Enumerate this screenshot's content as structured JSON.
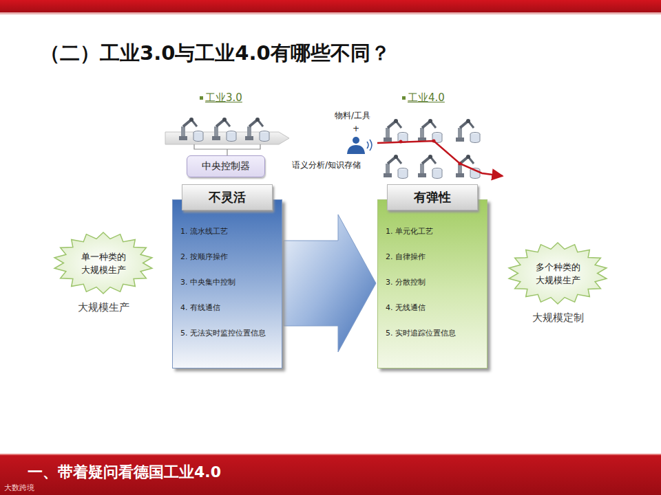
{
  "diagram": {
    "title": "（二）工业3.0与工业4.0有哪些不同？",
    "nodes": [
      {
        "text": [
          "单一种类的 大规模生产",
          "大规模生产"
        ]
      },
      {
        "text": [
          "中央控制器"
        ]
      },
      {
        "text": [
          "不灵活",
          "1. 流水线工艺",
          "2. 按顺序操作",
          "3. 中央集中控制",
          "4. 有线通信",
          "5. 无法实时监控位置信息"
        ]
      },
      {
        "text": [
          "有弹性",
          "1. 单元化工艺",
          "2. 自律操作",
          "3. 分散控制",
          "4. 无线通信",
          "5. 实时追踪位置信息"
        ]
      },
      {
        "text": [
          "多个种类的 大规模生产",
          "大规模定制"
        ]
      }
    ],
    "edges": [
      {
        "from": 2,
        "to": 3,
        "arrow": "to"
      }
    ],
    "labels": [
      "工业3.0",
      "工业4.0",
      "物料/工具",
      "+",
      "语义分析/知识存储",
      "一、带着疑问看德国工业4.0",
      "大数跨境"
    ]
  }
}
